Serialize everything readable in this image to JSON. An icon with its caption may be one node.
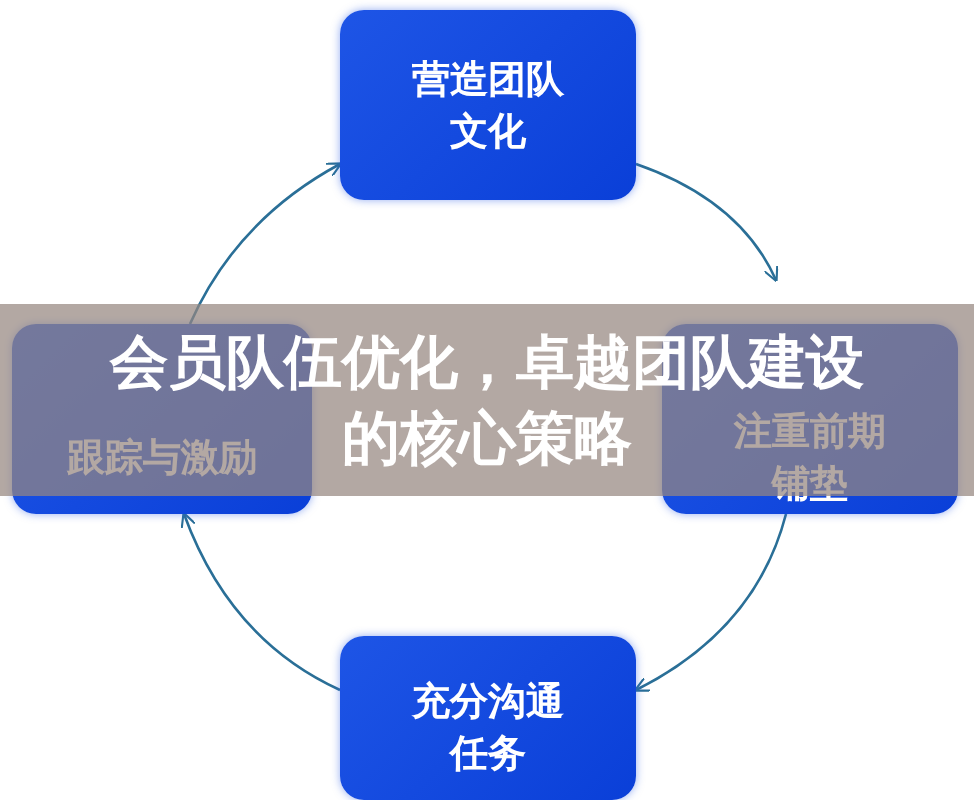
{
  "diagram": {
    "title": "会员队伍优化，卓越团队建设的核心策略",
    "nodes": [
      {
        "text": [
          "营造团队文化"
        ]
      },
      {
        "text": [
          "注重前期铺垫"
        ]
      },
      {
        "text": [
          "充分沟通任务"
        ]
      },
      {
        "text": [
          "跟踪与激励"
        ]
      }
    ],
    "edges": [
      {
        "from": 3,
        "to": 0,
        "arrow": "to"
      },
      {
        "from": 0,
        "to": 1,
        "arrow": "to"
      },
      {
        "from": 1,
        "to": 2,
        "arrow": "to"
      },
      {
        "from": 2,
        "to": 3,
        "arrow": "to"
      }
    ]
  }
}
